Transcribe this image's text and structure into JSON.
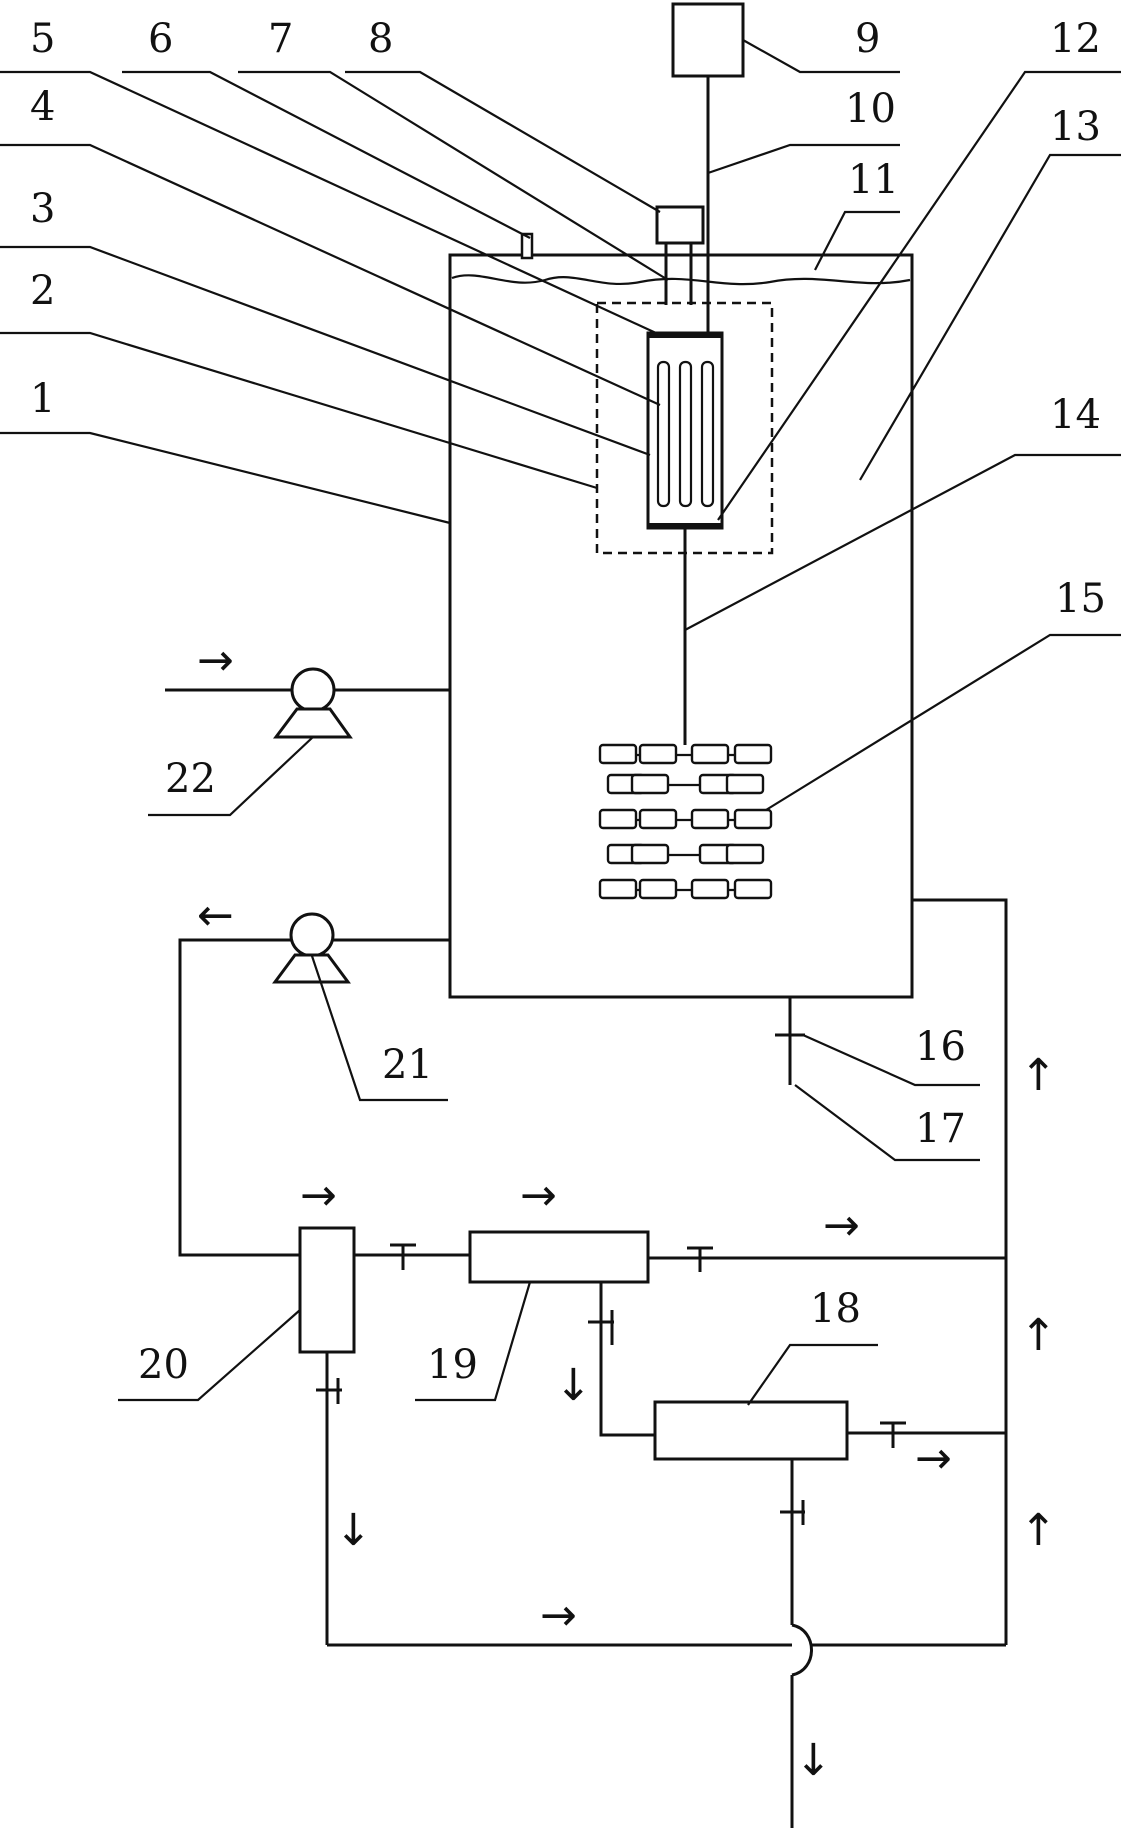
{
  "labels": {
    "l1": "1",
    "l2": "2",
    "l3": "3",
    "l4": "4",
    "l5": "5",
    "l6": "6",
    "l7": "7",
    "l8": "8",
    "l9": "9",
    "l10": "10",
    "l11": "11",
    "l12": "12",
    "l13": "13",
    "l14": "14",
    "l15": "15",
    "l16": "16",
    "l17": "17",
    "l18": "18",
    "l19": "19",
    "l20": "20",
    "l21": "21",
    "l22": "22"
  },
  "arrows": {
    "right": "→",
    "left": "←",
    "up": "↑",
    "down": "↓"
  }
}
